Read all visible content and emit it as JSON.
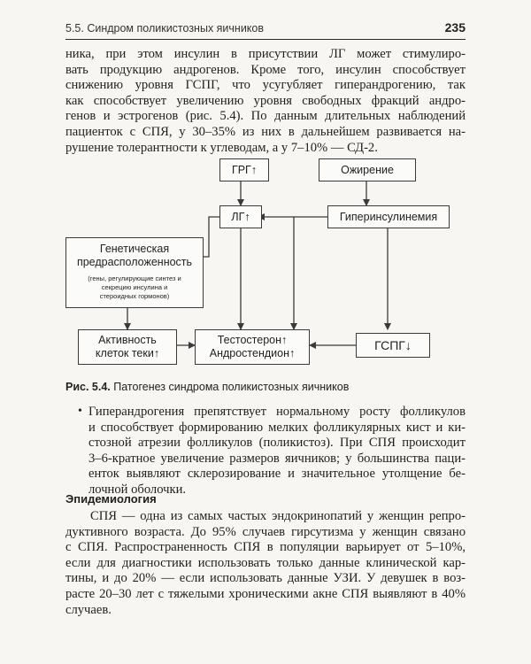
{
  "header": {
    "title": "5.5. Синдром поликистозных яичников",
    "page_number": "235"
  },
  "intro": {
    "lines": [
      "ника, при этом инсулин в присутствии ЛГ может стимулиро-",
      "вать продукцию андрогенов. Кроме того, инсулин способствует",
      "снижению уровня ГСПГ, что усугубляет гиперандрогению, так",
      "как способствует увеличению уровня свободных фракций андро-",
      "генов и эстрогенов (рис. 5.4). По данным длительных наблюдений",
      "пациенток с СПЯ, у 30–35% из них в дальнейшем развивается на-",
      "рушение толерантности к углеводам, а у 7–10% — СД-2."
    ]
  },
  "figure": {
    "nodes": {
      "grg": "ГРГ↑",
      "obesity": "Ожирение",
      "lg": "ЛГ↑",
      "hyperinsulinemia": "Гиперинсулинемия",
      "genetic_1": "Генетическая",
      "genetic_2": "предрасположенность",
      "genetic_note_1": "(гены, регулирующие синтез и",
      "genetic_note_2": "секрецию инсулина и",
      "genetic_note_3": "стероидных гормонов)",
      "theca_1": "Активность",
      "theca_2": "клеток теки↑",
      "testo_1": "Тестостерон↑",
      "testo_2": "Андростендион↑",
      "gspg": "ГСПГ↓"
    },
    "caption_label": "Рис. 5.4.",
    "caption_text": "Патогенез синдрома поликистозных яичников"
  },
  "bullet": {
    "lines": [
      "Гиперандрогения препятствует нормальному росту фолликулов",
      "и способствует формированию мелких фолликулярных кист и ки-",
      "стозной атрезии фолликулов (поликистоз). При СПЯ происходит",
      "3–6-кратное увеличение размеров яичников; у большинства паци-",
      "енток выявляют склерозирование и значительное утолщение бе-",
      "лочной оболочки."
    ]
  },
  "epidemiology": {
    "heading": "Эпидемиология",
    "lines": [
      "СПЯ — одна из самых частых эндокринопатий у женщин репро-",
      "дуктивного возраста. До 95% случаев гирсутизма у женщин связано",
      "с СПЯ. Распространенность СПЯ в популяции варьирует от 5–10%,",
      "если для диагностики использовать только данные клинической кар-",
      "тины, и до 20% — если использовать данные УЗИ. У девушек в воз-",
      "расте 20–30 лет с тяжелыми хроническими акне СПЯ выявляют в 40%",
      "случаев."
    ]
  }
}
